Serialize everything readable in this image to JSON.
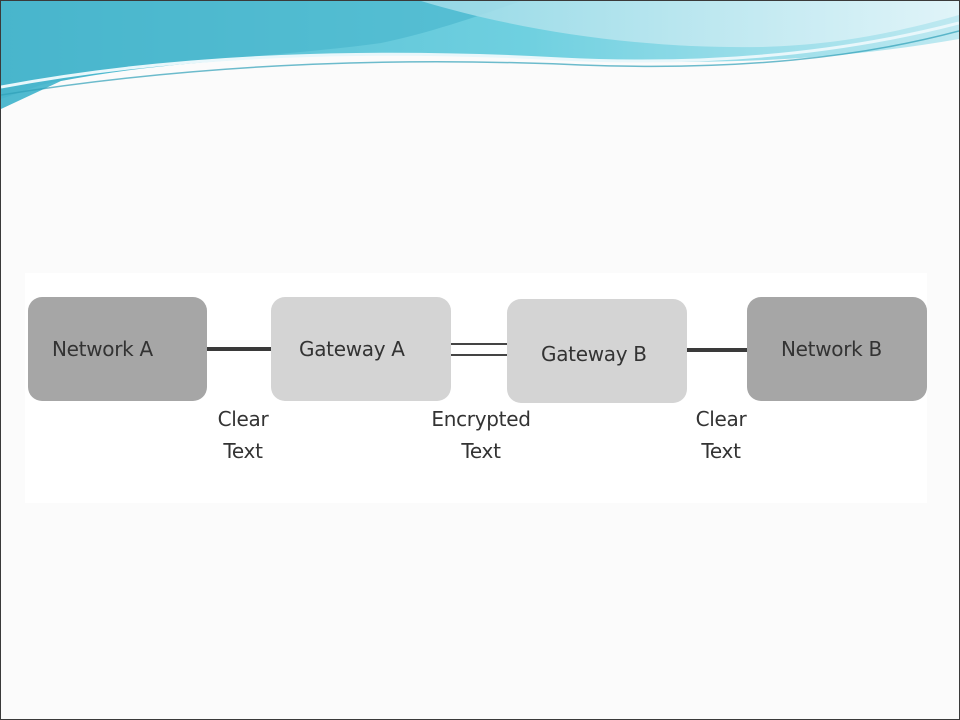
{
  "diagram": {
    "nodes": [
      {
        "id": "network-a",
        "label": "Network A"
      },
      {
        "id": "gateway-a",
        "label": "Gateway A"
      },
      {
        "id": "gateway-b",
        "label": "Gateway B"
      },
      {
        "id": "network-b",
        "label": "Network B"
      }
    ],
    "edges": [
      {
        "from": "network-a",
        "to": "gateway-a",
        "style": "single",
        "label": [
          "Clear",
          "Text"
        ]
      },
      {
        "from": "gateway-a",
        "to": "gateway-b",
        "style": "double",
        "label": [
          "Encrypted",
          "Text"
        ]
      },
      {
        "from": "gateway-b",
        "to": "network-b",
        "style": "single",
        "label": [
          "Clear",
          "Text"
        ]
      }
    ]
  },
  "colors": {
    "network_node": "#a6a6a6",
    "gateway_node": "#d4d4d4",
    "link": "#3a3a3a",
    "header_wave": "#5cc6d8"
  }
}
